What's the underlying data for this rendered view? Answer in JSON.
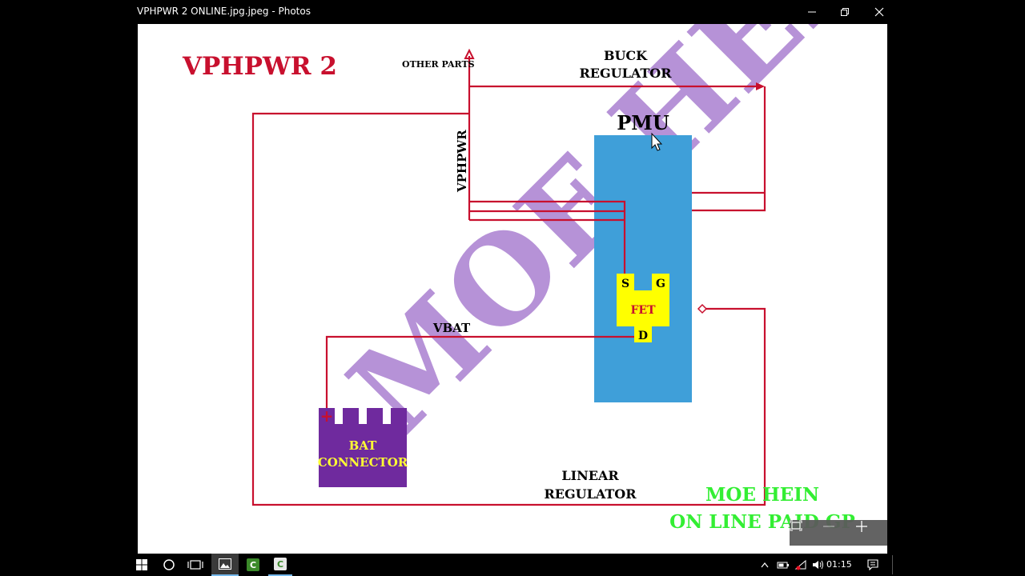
{
  "window": {
    "title": "VPHPWR 2 ONLINE.jpg.jpeg - Photos"
  },
  "diagram": {
    "title": "VPHPWR 2",
    "other_parts": "OTHER PARTS",
    "buck_line1": "BUCK",
    "buck_line2": "REGULATOR",
    "pmu": "PMU",
    "vphpwr": "VPHPWR",
    "fet_s": "S",
    "fet_g": "G",
    "fet": "FET",
    "fet_d": "D",
    "vbat": "VBAT",
    "bat_line1": "BAT",
    "bat_line2": "CONNECTOR",
    "bat_plus": "+",
    "linear_line1": "LINEAR",
    "linear_line2": "REGULATOR",
    "watermark": "MOE HEIN",
    "footer_line1": "MOE HEIN",
    "footer_line2": "ON LINE PAID GP",
    "colors": {
      "wire": "#c8102e",
      "pmu": "#3f9fd9",
      "fet": "#ffff00",
      "battery": "#6f2a9e",
      "watermark": "#a97fd0",
      "footer": "#33ee33"
    }
  },
  "taskbar": {
    "time": "01:15",
    "icons": [
      "windows-start-icon",
      "cortana-icon",
      "task-view-icon",
      "photos-icon",
      "camtasia-icon",
      "camtasia-recorder-icon"
    ],
    "tray_icons": [
      "chevron-up-icon",
      "battery-icon",
      "network-icon",
      "volume-icon",
      "action-center-icon"
    ]
  }
}
